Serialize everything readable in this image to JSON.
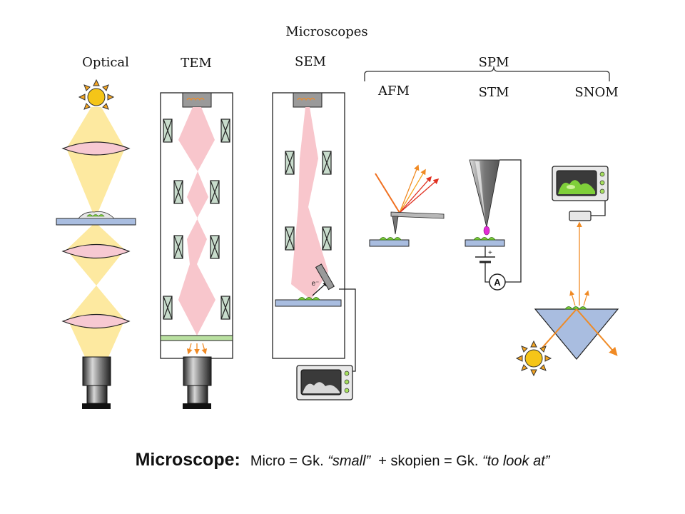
{
  "title": "Microscopes",
  "labels": {
    "optical": "Optical",
    "tem": "TEM",
    "sem": "SEM",
    "spm": "SPM",
    "afm": "AFM",
    "stm": "STM",
    "snom": "SNOM"
  },
  "annotations": {
    "electron": "e⁻",
    "plus": "+",
    "ammeter": "A"
  },
  "caption": {
    "title": "Microscope:",
    "part1": "Micro = Gk. ",
    "small": "“small”",
    "part2": "  + skopien = Gk. ",
    "look": "“to look at”"
  },
  "colors": {
    "light_beam": "#fde9a0",
    "electron_beam": "#f8c6cc",
    "lens": "#f7c9d2",
    "slide": "#a9bde0",
    "sample": "#7fcf3a",
    "sun": "#f5c518",
    "arrow": "#f08a24"
  }
}
